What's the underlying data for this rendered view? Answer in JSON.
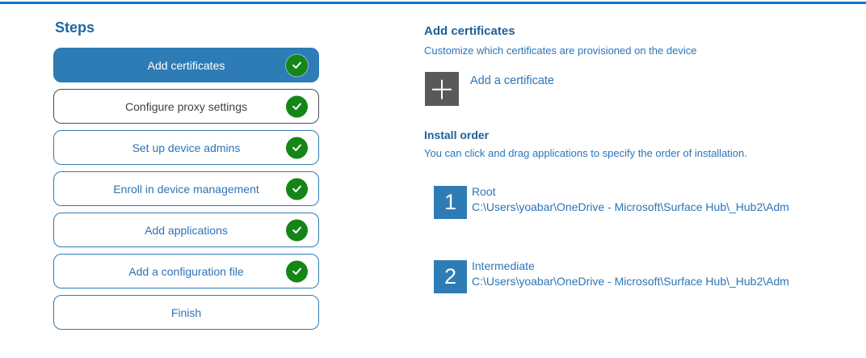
{
  "colors": {
    "accent_blue": "#2e7cb5",
    "top_line_blue": "#0078d7",
    "text_blue": "#2b74b8",
    "heading_blue": "#1e5f98",
    "check_green": "#148516",
    "visited_border_gray": "#4d4d4d",
    "tile_gray": "#595959"
  },
  "sidebar": {
    "title": "Steps",
    "steps": [
      {
        "label": "Add certificates",
        "state": "active",
        "checked": true
      },
      {
        "label": "Configure proxy settings",
        "state": "visited",
        "checked": true
      },
      {
        "label": "Set up device admins",
        "state": "normal",
        "checked": true
      },
      {
        "label": "Enroll in device management",
        "state": "normal",
        "checked": true
      },
      {
        "label": "Add applications",
        "state": "normal",
        "checked": true
      },
      {
        "label": "Add a configuration file",
        "state": "normal",
        "checked": true
      },
      {
        "label": "Finish",
        "state": "normal",
        "checked": false
      }
    ]
  },
  "main": {
    "section_title": "Add certificates",
    "section_subtitle": "Customize which certificates are provisioned on the device",
    "add_certificate_label": "Add a certificate",
    "install_order": {
      "title": "Install order",
      "subtitle": "You can click and drag applications to specify the order of installation.",
      "items": [
        {
          "order": "1",
          "name": "Root",
          "path": "C:\\Users\\yoabar\\OneDrive - Microsoft\\Surface Hub\\_Hub2\\Adm"
        },
        {
          "order": "2",
          "name": "Intermediate",
          "path": "C:\\Users\\yoabar\\OneDrive - Microsoft\\Surface Hub\\_Hub2\\Adm"
        }
      ]
    }
  }
}
